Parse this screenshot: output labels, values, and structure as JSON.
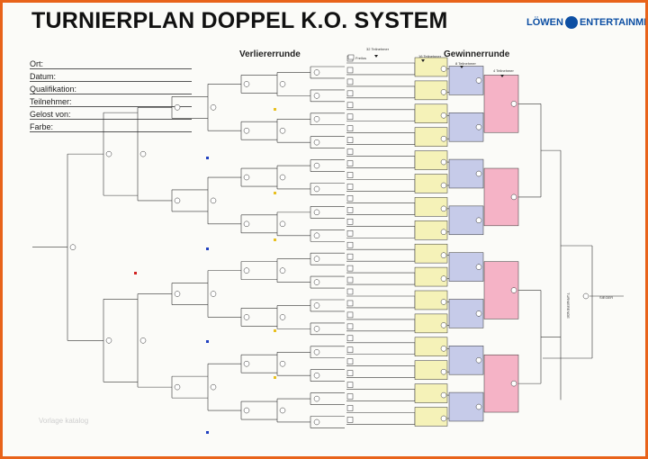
{
  "title": "TURNIERPLAN DOPPEL  K.O. SYSTEM",
  "brand": {
    "text_left": "LÖWEN",
    "text_right": "ENTERTAINMENT"
  },
  "fields": [
    {
      "label": "Ort:"
    },
    {
      "label": "Datum:"
    },
    {
      "label": "Qualifikation:"
    },
    {
      "label": "Teilnehmer:"
    },
    {
      "label": "Gelost von:"
    },
    {
      "label": "Farbe:"
    }
  ],
  "headers": {
    "loser_round": "Verliererrunde",
    "winner_round": "Gewinnerrunde",
    "participants_32": "32 Teilnehmer",
    "participants_16": "16 Teilnehmer",
    "participants_8": "8 Teilnehmer",
    "participants_4": "4 Teilnehmer",
    "freilos": "Freilos",
    "loser_label": "Verlierer",
    "final_label": "TURNIERENDE",
    "sieger": "SIEGER"
  },
  "watermark": "Vorlage katalog",
  "colors": {
    "border": "#e8631a",
    "yellow": "#f5f2b8",
    "blue": "#c6cbe9",
    "pink": "#f5b3c6",
    "line": "#333333"
  }
}
